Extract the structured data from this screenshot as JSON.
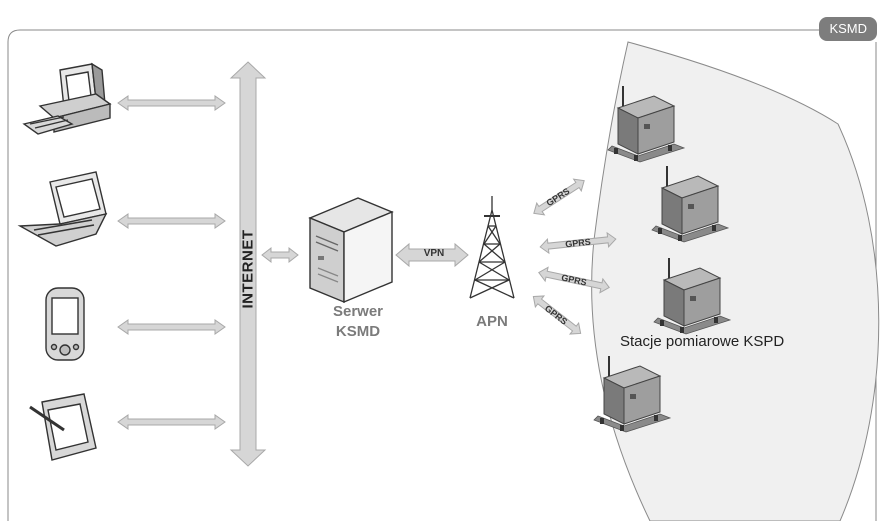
{
  "badge": "KSMD",
  "internet_label": "INTERNET",
  "server": {
    "line1": "Serwer",
    "line2": "KSMD"
  },
  "vpn_label": "VPN",
  "apn_label": "APN",
  "stations_label": "Stacje pomiarowe KSPD",
  "gprs_labels": [
    "GPRS",
    "GPRS",
    "GPRS",
    "GPRS"
  ],
  "clients": [
    "desktop-computer-icon",
    "laptop-icon",
    "pda-icon",
    "tablet-stylus-icon"
  ],
  "colors": {
    "frame": "#8a8a8a",
    "arrow_fill": "#d6d6d6",
    "arrow_stroke": "#a8a8a8",
    "sector": "#f0f0f0",
    "badge": "#7d7d7d"
  }
}
